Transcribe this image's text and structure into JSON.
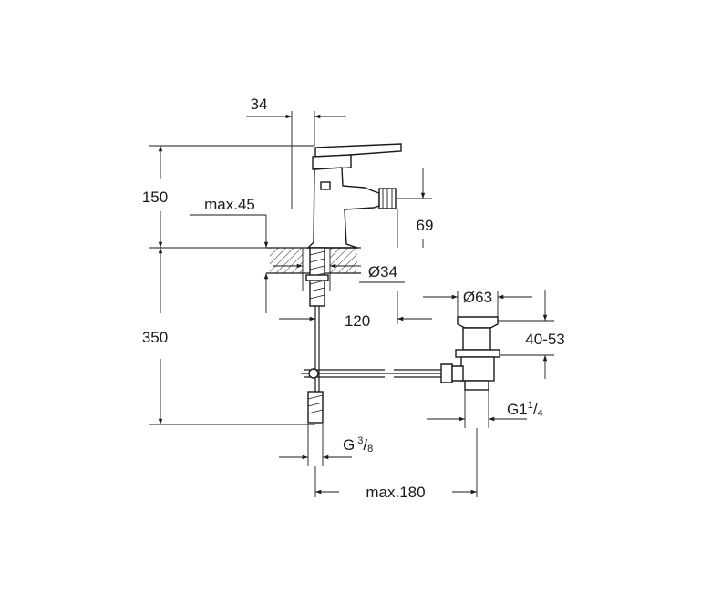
{
  "dimensions": {
    "top_offset": "34",
    "tap_height": "150",
    "max_deck_thickness": "max.45",
    "spout_height": "69",
    "hole_diameter": "Ø34",
    "drain_diameter": "Ø63",
    "tail_length": "120",
    "overall_height": "350",
    "drain_height": "40-53",
    "drain_thread_main": "G1",
    "drain_thread_num": "1",
    "drain_thread_den": "4",
    "supply_thread_main": "G",
    "supply_thread_num": "3",
    "supply_thread_den": "8",
    "max_spacing": "max.180"
  },
  "colors": {
    "line": "#1a1a1a",
    "background": "#ffffff"
  }
}
